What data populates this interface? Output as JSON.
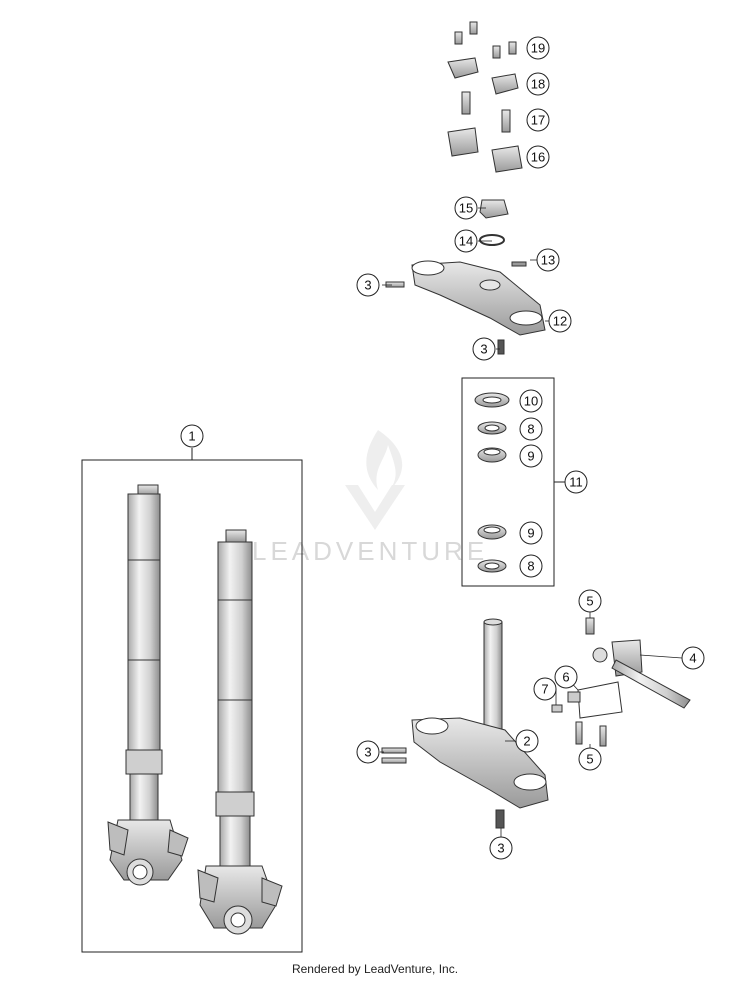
{
  "callouts": {
    "c1": "1",
    "c2": "2",
    "c3a": "3",
    "c3b": "3",
    "c3c": "3",
    "c3d": "3",
    "c4": "4",
    "c5a": "5",
    "c5b": "5",
    "c6": "6",
    "c7": "7",
    "c8a": "8",
    "c8b": "8",
    "c9a": "9",
    "c9b": "9",
    "c10": "10",
    "c11": "11",
    "c12": "12",
    "c13": "13",
    "c14": "14",
    "c15": "15",
    "c16": "16",
    "c17": "17",
    "c18": "18",
    "c19": "19"
  },
  "watermark": "LEADVENTURE",
  "footer": "Rendered by LeadVenture, Inc."
}
